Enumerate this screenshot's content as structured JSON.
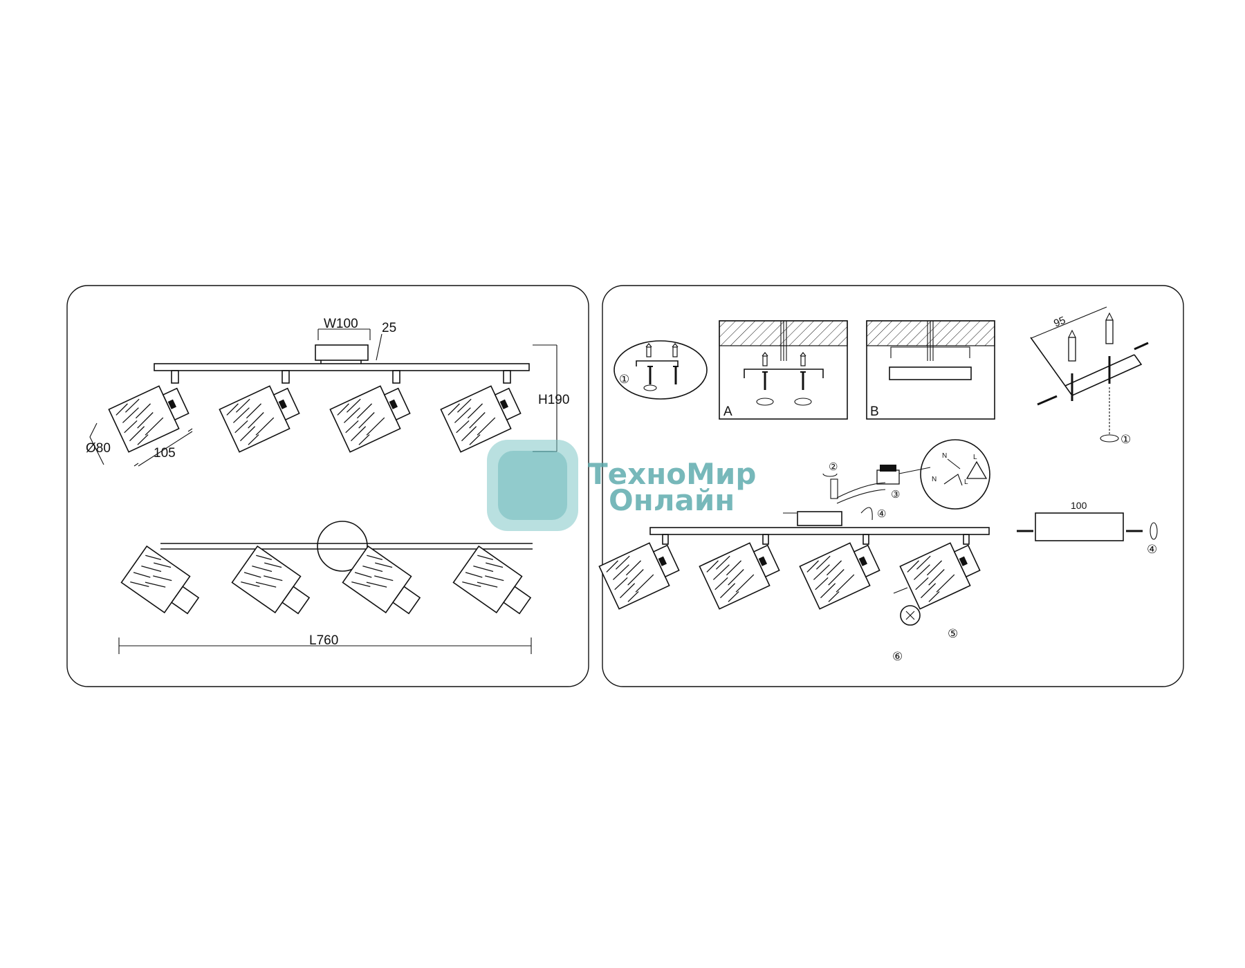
{
  "left_panel": {
    "dims": {
      "width": "W100",
      "depth": "25",
      "height": "H190",
      "diameter": "Ø80",
      "shade_len": "105",
      "length": "L760"
    }
  },
  "right_panel": {
    "steps": {
      "s1": "①",
      "s1b": "①",
      "s2": "②",
      "s3": "③",
      "s4": "④",
      "s4b": "④",
      "s5": "⑤",
      "s6": "⑥"
    },
    "labels": {
      "a": "A",
      "b": "B",
      "bracket_len": "95",
      "box_len": "100",
      "n1": "N",
      "l1": "L",
      "n2": "N",
      "l2": "L"
    }
  },
  "watermark": {
    "line1": "ТехноМир",
    "line2": "Онлайн",
    "colors": {
      "tile": "#7bc4c4",
      "text": "#5aa9ab"
    }
  }
}
